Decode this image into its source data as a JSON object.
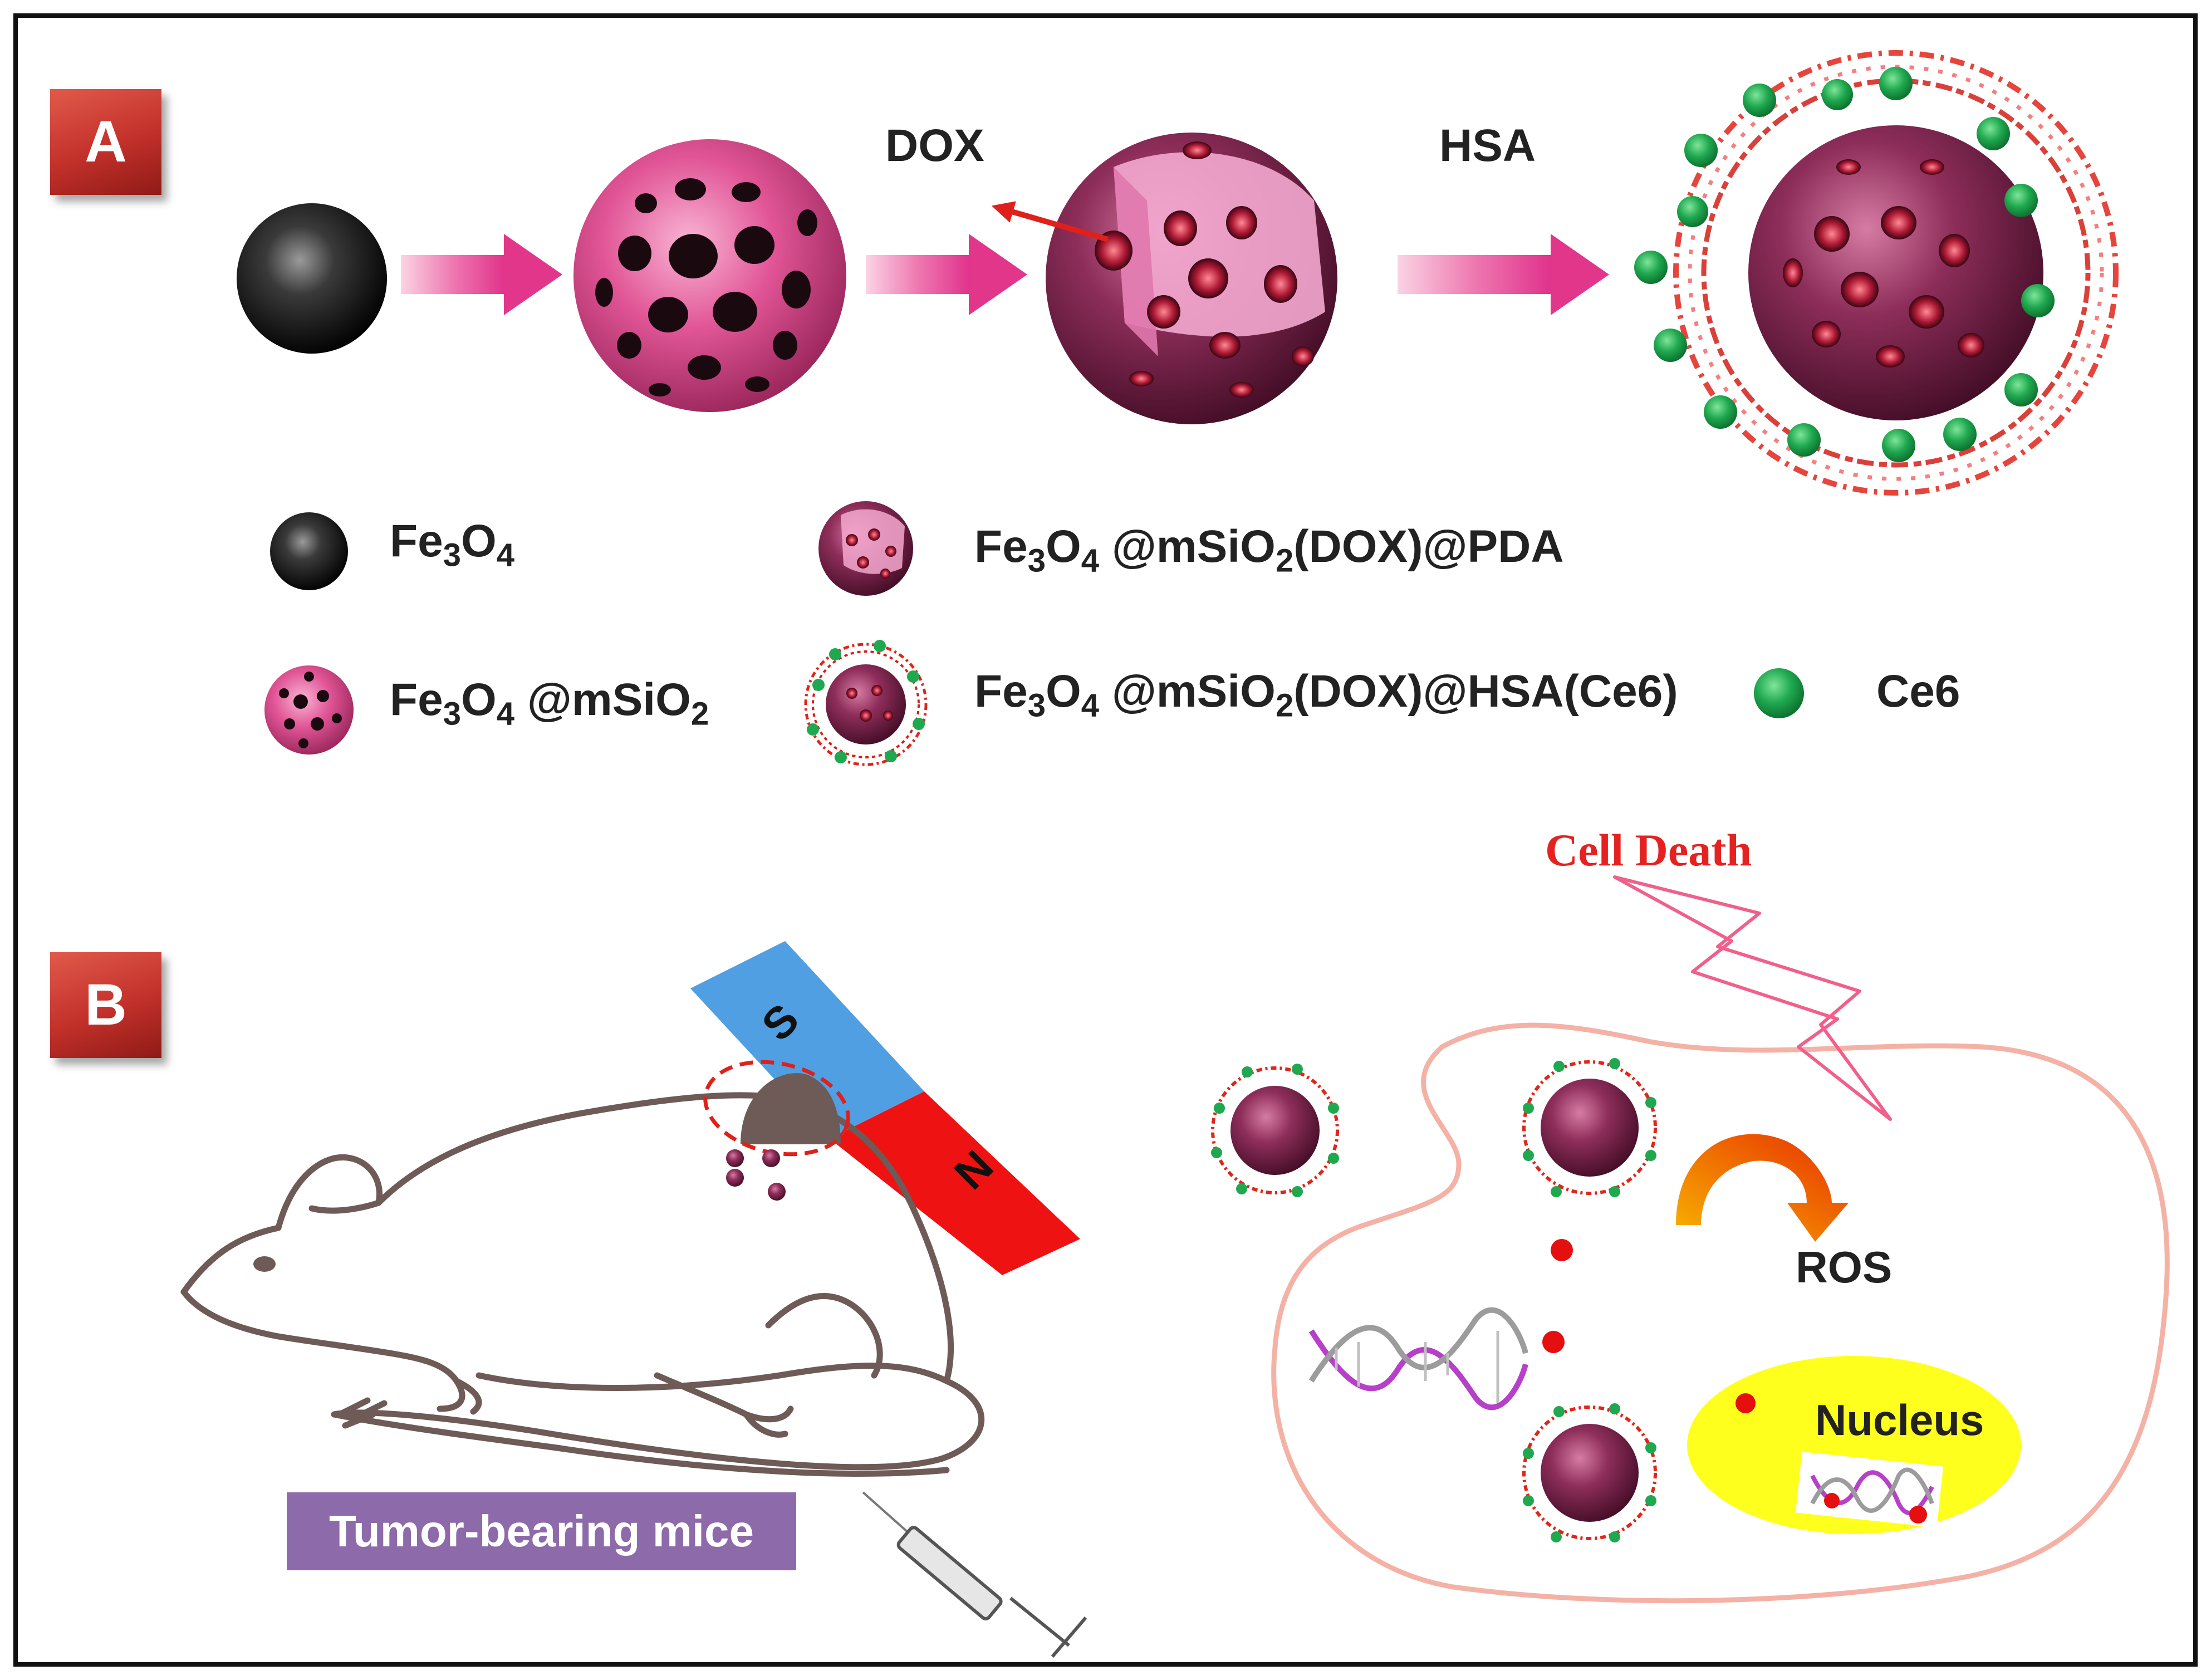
{
  "panel_a": {
    "label": "A",
    "steps": {
      "dox": "DOX",
      "hsa": "HSA"
    },
    "legend": {
      "fe3o4": {
        "base": "Fe",
        "s1": "3",
        "mid": "O",
        "s2": "4",
        "tail": ""
      },
      "fe3o4_msio2": {
        "base": "Fe",
        "s1": "3",
        "mid": "O",
        "s2": "4",
        "tail": " @mSiO",
        "s3": "2",
        "end": ""
      },
      "fe3o4_msio2_dox_pda": {
        "base": "Fe",
        "s1": "3",
        "mid": "O",
        "s2": "4",
        "tail": " @mSiO",
        "s3": "2",
        "end": "(DOX)@PDA"
      },
      "fe3o4_msio2_dox_hsa": {
        "base": "Fe",
        "s1": "3",
        "mid": "O",
        "s2": "4",
        "tail": " @mSiO",
        "s3": "2",
        "end": "(DOX)@HSA(Ce6)"
      },
      "ce6": "Ce6"
    }
  },
  "panel_b": {
    "label": "B",
    "magnet": {
      "s": "S",
      "n": "N"
    },
    "tumor_label": "Tumor-bearing mice",
    "cell_death": "Cell Death",
    "ros": "ROS",
    "nucleus": "Nucleus"
  },
  "colors": {
    "pink": "#e0508f",
    "arrow": "#e2368a",
    "ce6_green": "#17a24a",
    "magnet_blue": "#4f9fe2",
    "magnet_red": "#ee1212",
    "cell_outline": "#f4b2a6",
    "nucleus_yellow": "#ffff1e",
    "cell_death_red": "#e52222",
    "label_purple": "#8d6aa9"
  },
  "icons": [
    "nanoparticle-icon",
    "syringe-icon",
    "dna-icon",
    "mouse-outline",
    "magnet-icon",
    "lightning-icon"
  ]
}
